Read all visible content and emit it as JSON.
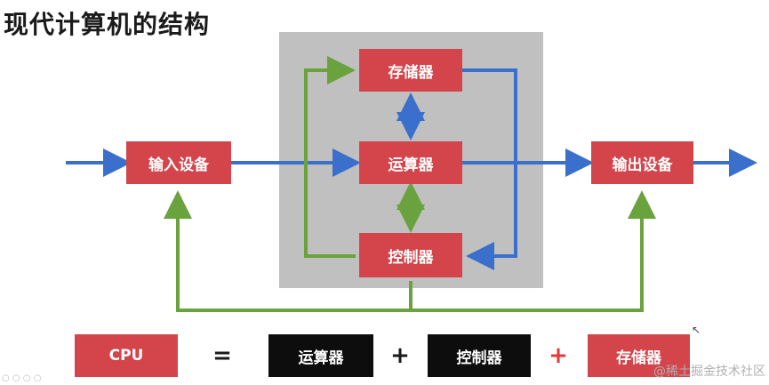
{
  "title": "现代计算机的结构",
  "components": {
    "storage": "存储器",
    "alu": "运算器",
    "controller": "控制器",
    "input": "输入设备",
    "output": "输出设备"
  },
  "equation": {
    "cpu": "CPU",
    "equals": "=",
    "term1": "运算器",
    "plus1": "+",
    "term2": "控制器",
    "plus2": "+",
    "term3": "存储器"
  },
  "watermark": "@稀土掘金技术社区",
  "colors": {
    "box_red": "#d4444b",
    "box_black": "#0d0d0d",
    "data_arrow_blue": "#3a6fcc",
    "control_arrow_green": "#6aa33e",
    "cpu_background": "#c0c0c0",
    "plus_red": "#e03a3a"
  }
}
